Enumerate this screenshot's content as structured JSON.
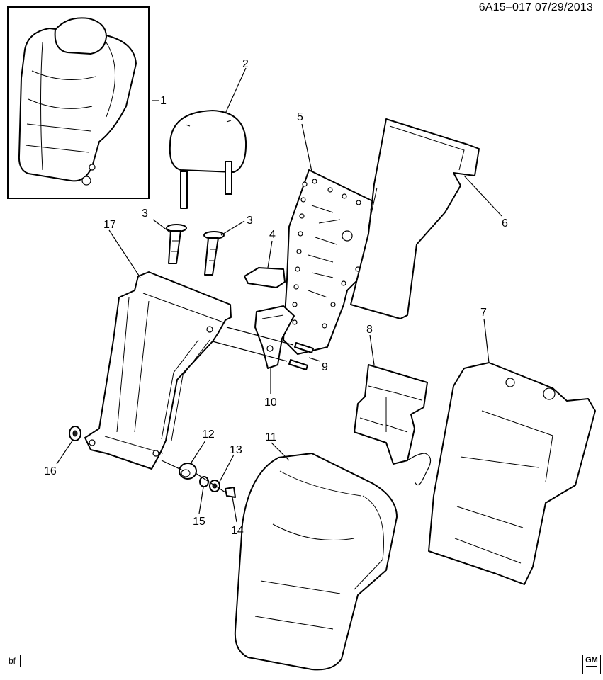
{
  "header": {
    "ref": "6A15–017  07/29/2013"
  },
  "callouts": [
    "1",
    "2",
    "3",
    "3",
    "4",
    "5",
    "6",
    "7",
    "8",
    "9",
    "10",
    "11",
    "12",
    "13",
    "14",
    "15",
    "16",
    "17"
  ],
  "footer": {
    "left_tag": "bf",
    "logo": "GM"
  },
  "icons": {
    "logo": "gm-logo-icon"
  }
}
